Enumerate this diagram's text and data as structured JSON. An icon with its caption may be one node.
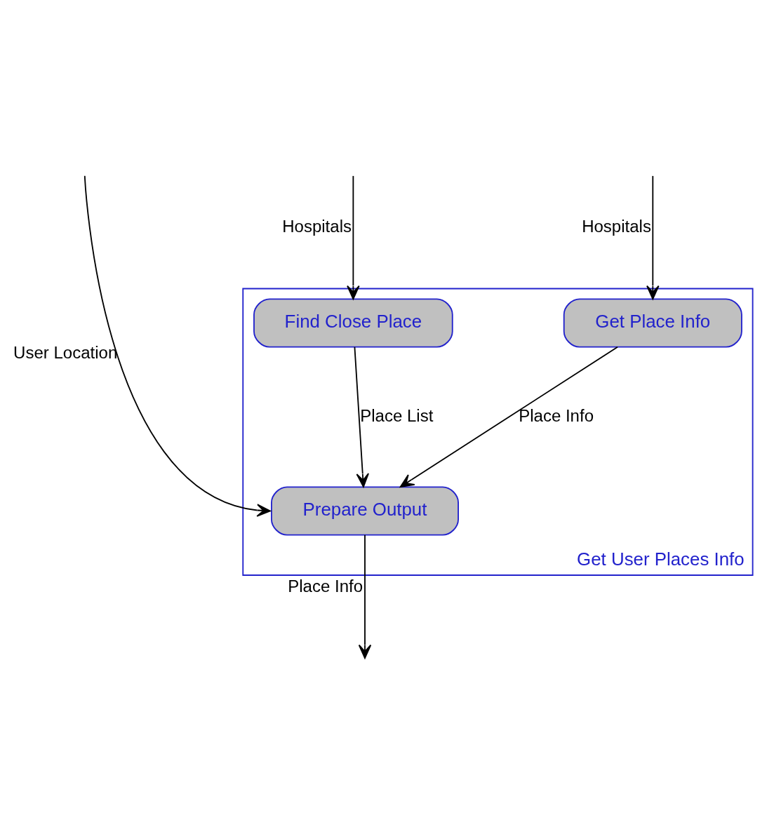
{
  "diagram": {
    "nodes": [
      {
        "text": [
          "Get User Places Info"
        ]
      },
      {
        "text": [
          "Find Close Place"
        ],
        "in": 0
      },
      {
        "text": [
          "Get Place Info"
        ],
        "in": 0
      },
      {
        "text": [
          "Prepare Output"
        ],
        "in": 0
      }
    ],
    "edges": [
      {
        "from": null,
        "to": 1,
        "arrow": "to",
        "label": "Hospitals"
      },
      {
        "from": null,
        "to": 2,
        "arrow": "to",
        "label": "Hospitals"
      },
      {
        "from": 1,
        "to": 3,
        "arrow": "to",
        "label": "Place List"
      },
      {
        "from": 2,
        "to": 3,
        "arrow": "to",
        "label": "Place Info"
      },
      {
        "from": null,
        "to": 3,
        "arrow": "to",
        "label": "User Location"
      },
      {
        "from": 3,
        "to": null,
        "arrow": "to",
        "label": "Place Info"
      }
    ]
  }
}
